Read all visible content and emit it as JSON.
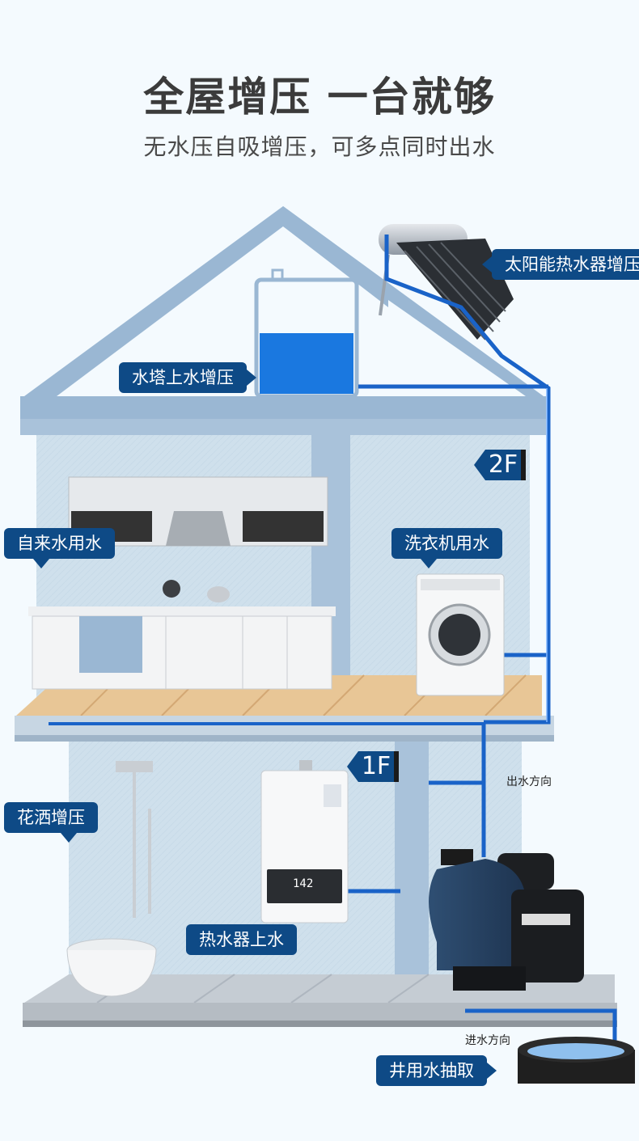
{
  "header": {
    "title": "全屋增压 一台就够",
    "subtitle": "无水压自吸增压，可多点同时出水"
  },
  "callouts": {
    "solar": "太阳能热水器增压",
    "water_tower": "水塔上水增压",
    "tap_water": "自来水用水",
    "washer": "洗衣机用水",
    "shower": "花洒增压",
    "heater": "热水器上水",
    "well": "井用水抽取"
  },
  "floors": {
    "second": "2F",
    "first": "1F"
  },
  "directions": {
    "outlet": "出水方向",
    "inlet": "进水方向"
  },
  "heater_display": "142",
  "colors": {
    "pipe": "#1a63c8",
    "frame": "#9ab7d3",
    "callout": "#0e4a86",
    "wall": "#dfeaf2",
    "water": "#1a78e0"
  }
}
